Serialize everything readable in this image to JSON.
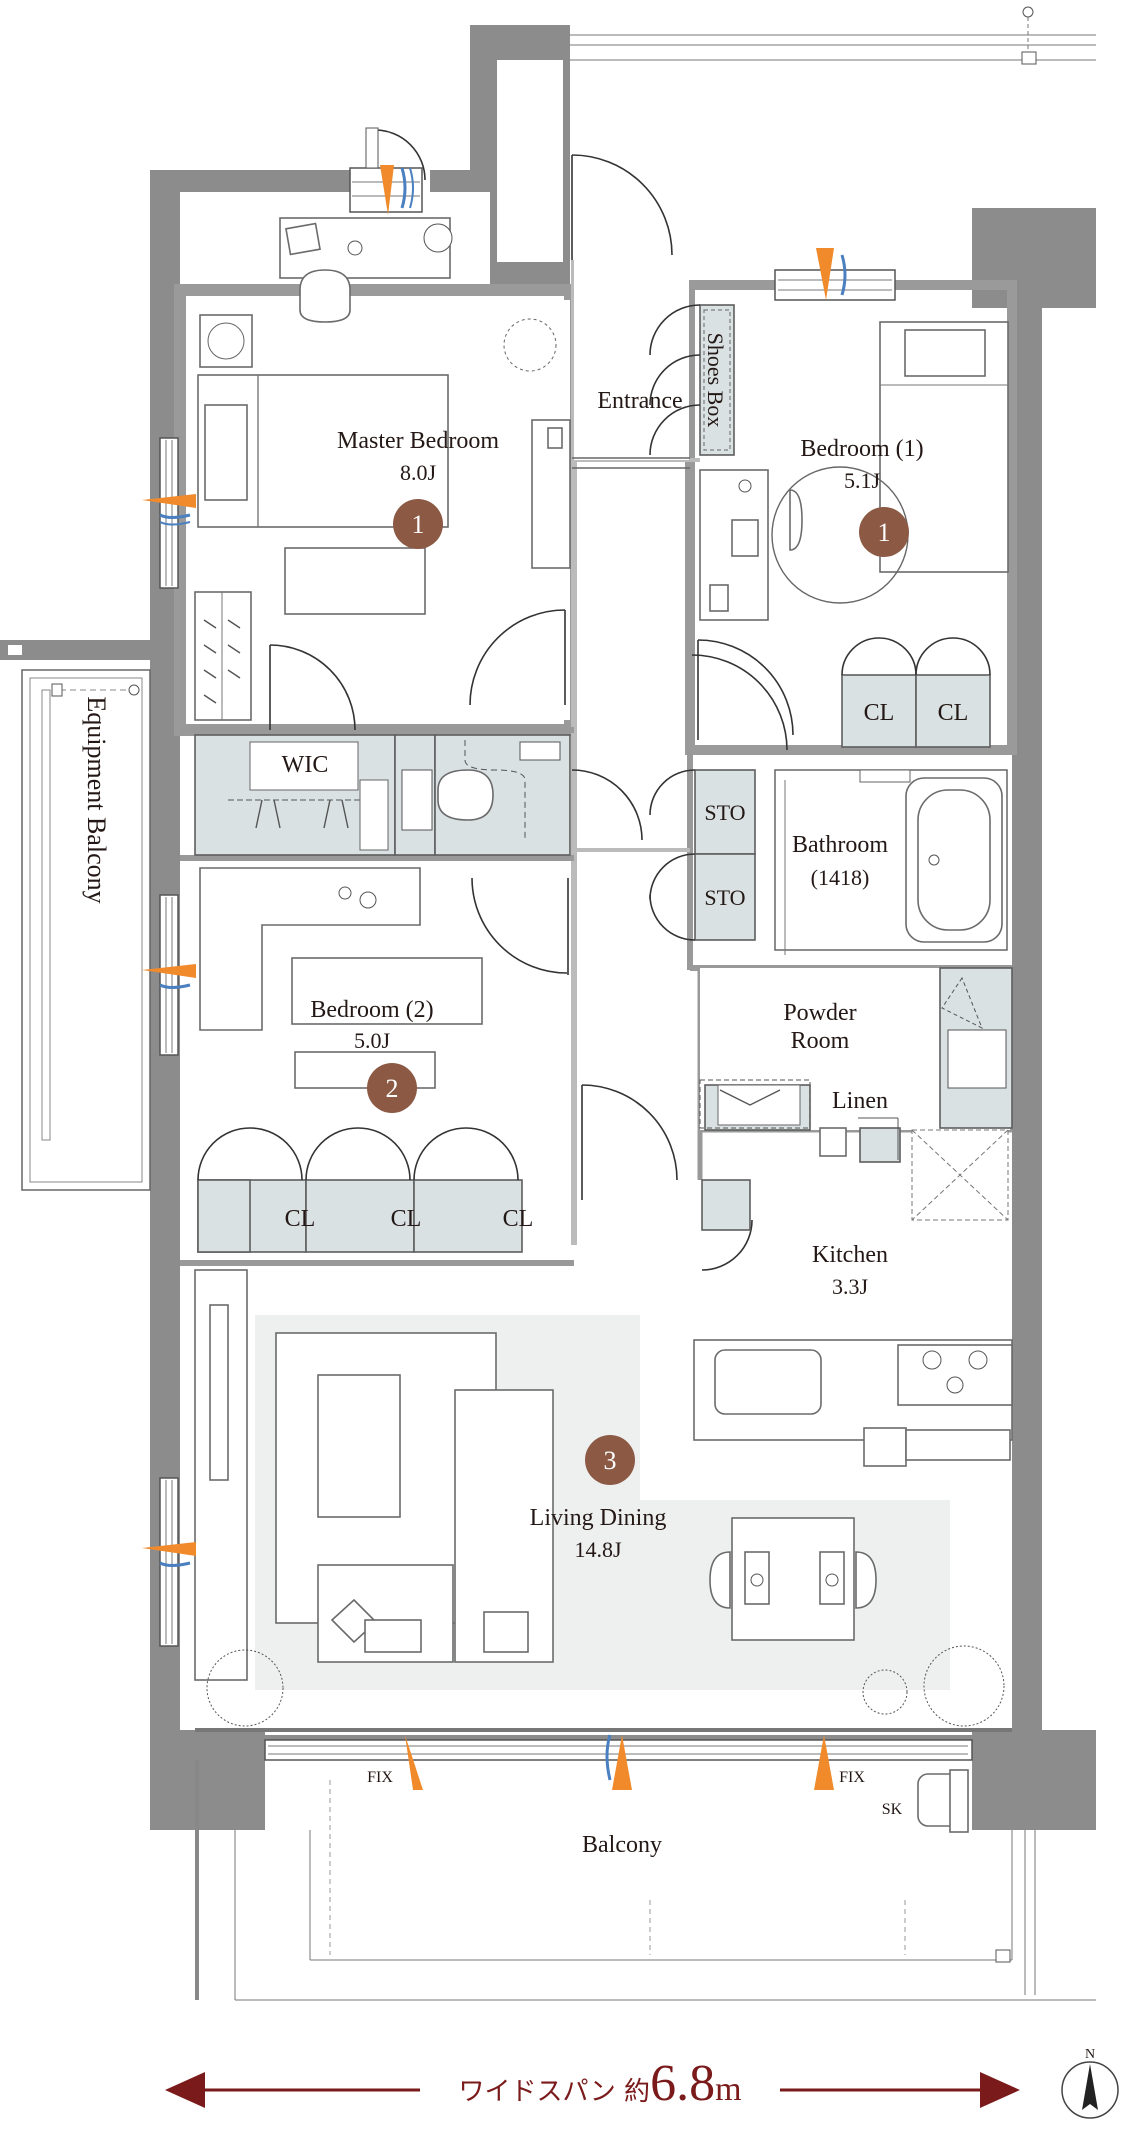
{
  "rooms": {
    "master_bedroom": {
      "name": "Master Bedroom",
      "size": "8.0J",
      "badge": "1"
    },
    "entrance": {
      "name": "Entrance"
    },
    "shoes_box": {
      "name": "Shoes Box"
    },
    "bedroom1": {
      "name": "Bedroom (1)",
      "size": "5.1J",
      "badge": "1"
    },
    "wic": {
      "name": "WIC"
    },
    "bedroom2": {
      "name": "Bedroom (2)",
      "size": "5.0J",
      "badge": "2"
    },
    "bathroom": {
      "name": "Bathroom",
      "size": "(1418)"
    },
    "powder_room": {
      "line1": "Powder",
      "line2": "Room"
    },
    "linen": {
      "name": "Linen"
    },
    "kitchen": {
      "name": "Kitchen",
      "size": "3.3J"
    },
    "living_dining": {
      "name": "Living Dining",
      "size": "14.8J",
      "badge": "3"
    },
    "balcony": {
      "name": "Balcony"
    },
    "equipment_balcony": {
      "name": "Equipment Balcony"
    }
  },
  "storage": {
    "sto_upper": "STO",
    "sto_lower": "STO",
    "cl_bedroom1": [
      "CL",
      "CL"
    ],
    "cl_bedroom2": [
      "CL",
      "CL",
      "CL"
    ]
  },
  "marks": {
    "fix_left": "FIX",
    "fix_right": "FIX",
    "sk": "SK",
    "north": "N"
  },
  "span_banner": {
    "prefix": "ワイドスパン 約",
    "value": "6.8",
    "unit": "m"
  },
  "colors": {
    "wall": "#8c8c8c",
    "badge_fill": "#8c5a44",
    "storage_fill": "#d9e1e2",
    "living_rug": "#eef0ef",
    "span_arrow": "#7a1a1a",
    "vent_orange": "#f08a2a",
    "vent_blue": "#4a7fc0"
  }
}
